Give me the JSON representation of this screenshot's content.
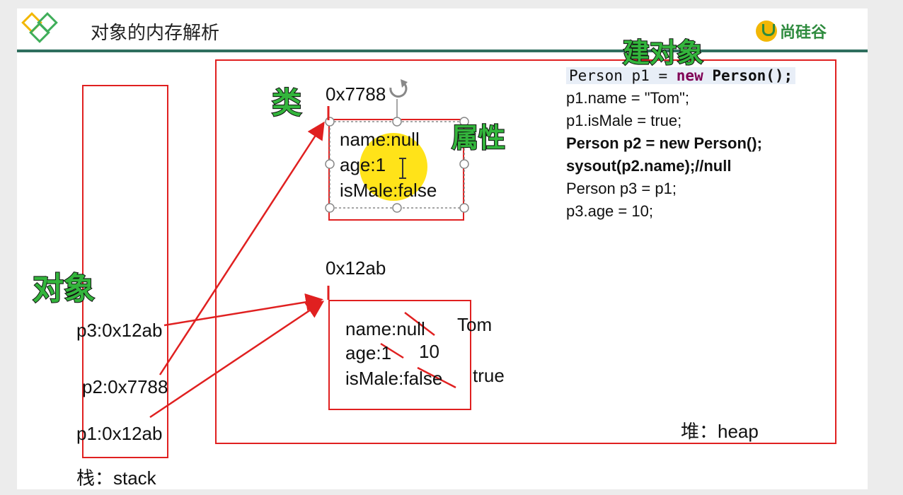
{
  "header": {
    "title": "对象的内存解析",
    "logo_text": "尚硅谷"
  },
  "labels": {
    "build_object": "建对象",
    "class": "类",
    "attribute": "属性",
    "object": "对象"
  },
  "code_lines": [
    "p1.name = \"Tom\";",
    "p1.isMale = true;",
    "Person p2 = new Person();",
    "sysout(p2.name);//null",
    "Person p3 = p1;",
    "p3.age = 10;"
  ],
  "code_first_line": {
    "type": "Person",
    "var": "p1",
    "eq": "=",
    "kw": "new",
    "ctor": "Person();"
  },
  "objects": {
    "obj1": {
      "address": "0x7788",
      "fields": [
        "name:null",
        "age:1",
        "isMale:false"
      ]
    },
    "obj2": {
      "address": "0x12ab",
      "fields": [
        "name:null",
        "age:1",
        "isMale:false"
      ],
      "updates": [
        "Tom",
        "10",
        "true"
      ]
    }
  },
  "stack": {
    "label": "栈：stack",
    "vars": [
      "p3:0x12ab",
      "p2:0x7788",
      "p1:0x12ab"
    ]
  },
  "heap": {
    "label": "堆：heap"
  },
  "colors": {
    "red": "#e02020",
    "green": "#33b53c",
    "accent": "#2f6f5e",
    "highlight": "#ffe000"
  }
}
